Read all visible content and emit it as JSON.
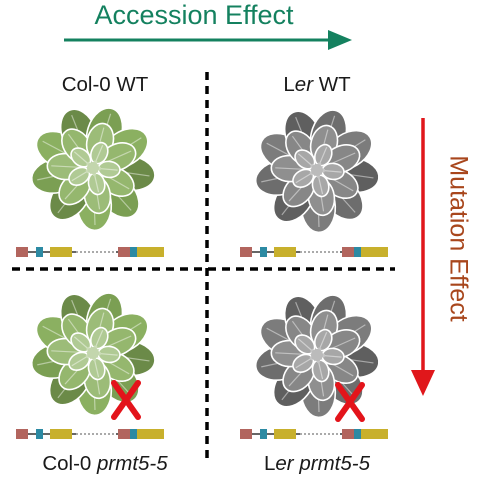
{
  "top_axis": {
    "label": "Accession Effect",
    "color": "#14815f"
  },
  "side_axis": {
    "label": "Mutation Effect",
    "color": "#a8461c",
    "arrow_color": "#e0171b"
  },
  "quadrants": {
    "top_left": {
      "label_plain": "Col-0 WT",
      "rosette": "green-rosette",
      "gene_model": "intact",
      "mutation_mark": false
    },
    "top_right": {
      "label_pre": "L",
      "label_italic": "er",
      "label_post": " WT",
      "rosette": "gray-rosette",
      "gene_model": "intact",
      "mutation_mark": false
    },
    "bottom_left": {
      "label_pre": "Col-0 ",
      "label_italic": "prmt5-5",
      "rosette": "green-rosette",
      "gene_model": "mutant",
      "mutation_mark": true
    },
    "bottom_right": {
      "label_pre": "L",
      "label_italic": "er",
      "label_post": " ",
      "label_italic2": "prmt5-5",
      "rosette": "gray-rosette",
      "gene_model": "mutant",
      "mutation_mark": true
    }
  },
  "colors": {
    "green_leaf": "#86ad5a",
    "gray_leaf": "#777777",
    "mutation_x": "#e3141b",
    "exon_red": "#b2655e",
    "exon_blue": "#2c8aa3",
    "exon_yellow": "#c8b02c",
    "divider": "#000000"
  }
}
